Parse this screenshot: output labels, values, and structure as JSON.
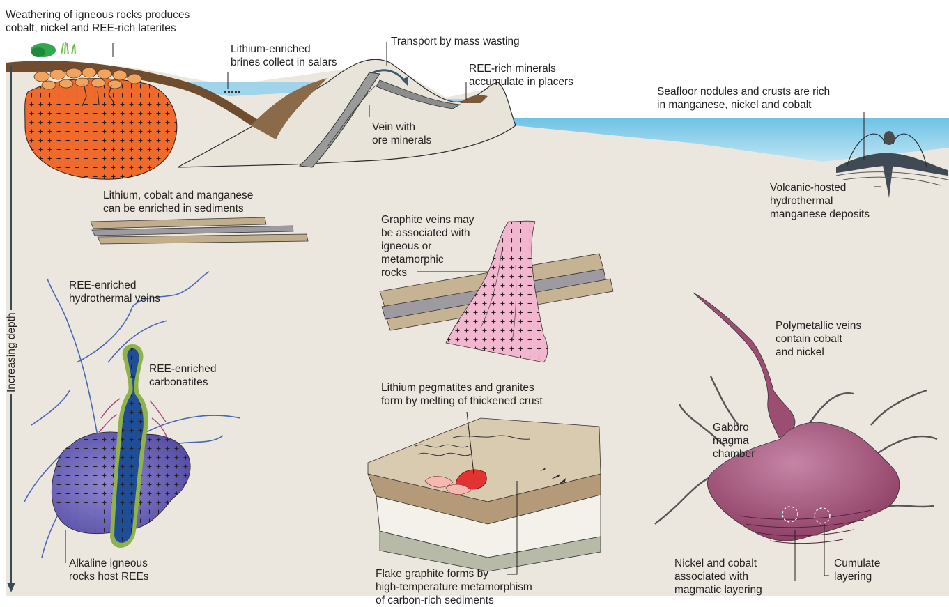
{
  "labels": {
    "laterites": "Weathering of igneous rocks produces\ncobalt, nickel and REE-rich laterites",
    "brines": "Lithium-enriched\nbrines collect in salars",
    "mass_wasting": "Transport by mass wasting",
    "placers": "REE-rich minerals\naccumulate in placers",
    "seafloor": "Seafloor nodules and crusts are rich\nin manganese, nickel and cobalt",
    "vein_ore": "Vein with\nore minerals",
    "volcanic": "Volcanic-hosted\nhydrothermal\nmanganese deposits",
    "sediments": "Lithium, cobalt and manganese\ncan be enriched in sediments",
    "graphite_veins": "Graphite veins may\nbe associated with\nigneous or\nmetamorphic\nrocks",
    "ree_veins": "REE-enriched\nhydrothermal veins",
    "carbonatites": "REE-enriched\ncarbonatites",
    "pegmatites": "Lithium pegmatites and granites\nform by melting of thickened crust",
    "polymetallic": "Polymetallic veins\ncontain cobalt\nand nickel",
    "gabbro": "Gabbro\nmagma\nchamber",
    "flake_graphite": "Flake graphite forms by\nhigh-temperature metamorphism\nof carbon-rich sediments",
    "alkaline": "Alkaline igneous\nrocks host REEs",
    "nickel_cobalt": "Nickel and cobalt\nassociated with\nmagmatic layering",
    "cumulate": "Cumulate\nlayering"
  },
  "axis": {
    "depth_label": "Increasing depth"
  },
  "colors": {
    "background": "#ece7de",
    "ocean": "#8fd0ea",
    "laterite": "#ef6b2d",
    "soil": "#7a5a3a",
    "alkaline_rock": "#6a5fb2",
    "carbonatite": "#1f4e96",
    "carbonatite_rim": "#8fb24a",
    "granite_pink": "#f2b6cf",
    "gabbro": "#9b4e72",
    "veins_blue": "#4a66b8",
    "veins_grey": "#555555"
  }
}
